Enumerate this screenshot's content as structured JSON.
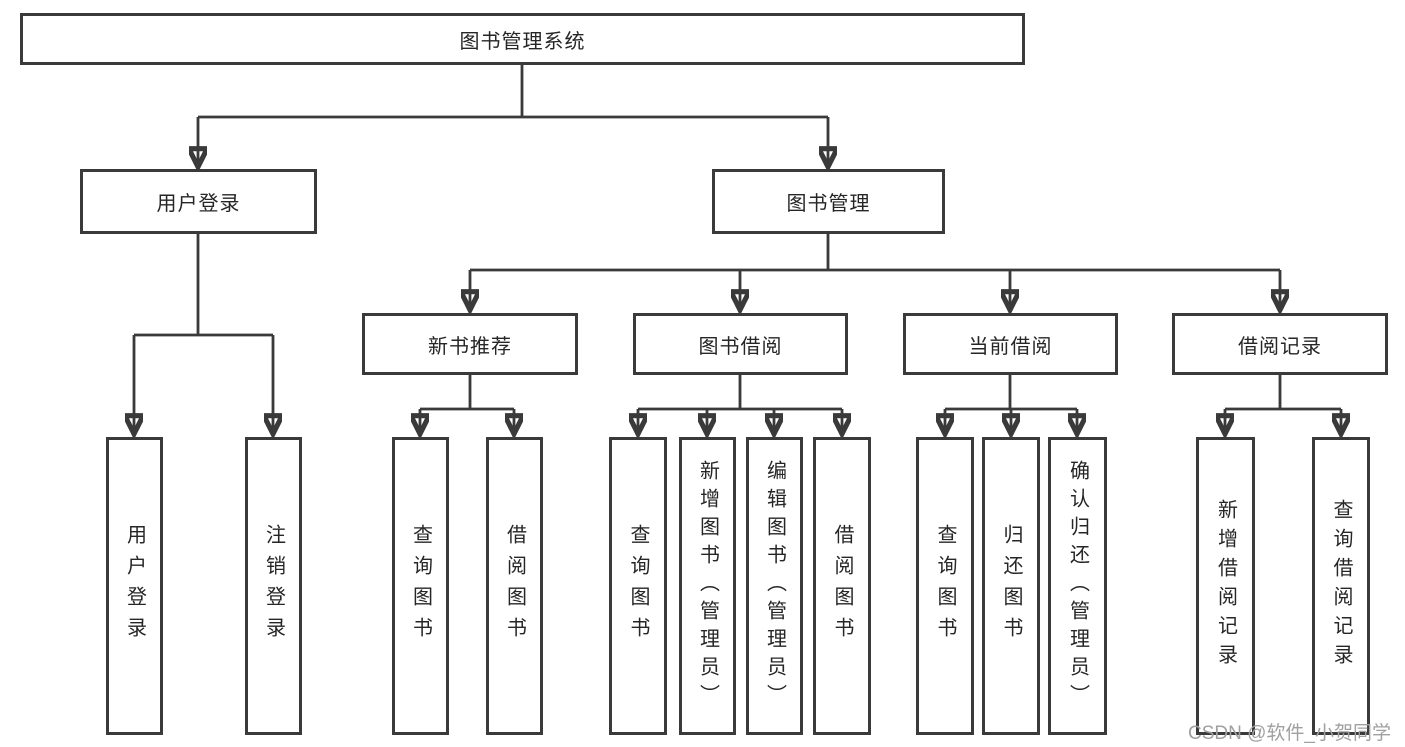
{
  "tree": {
    "root": {
      "label": "图书管理系统"
    },
    "branches": [
      {
        "label": "用户登录",
        "children": [
          {
            "label": "用户登录"
          },
          {
            "label": "注销登录"
          }
        ]
      },
      {
        "label": "图书管理",
        "children": [
          {
            "label": "新书推荐",
            "children": [
              {
                "label": "查询图书"
              },
              {
                "label": "借阅图书"
              }
            ]
          },
          {
            "label": "图书借阅",
            "children": [
              {
                "label": "查询图书"
              },
              {
                "label": "新增图书（管理员）"
              },
              {
                "label": "编辑图书（管理员）"
              },
              {
                "label": "借阅图书"
              }
            ]
          },
          {
            "label": "当前借阅",
            "children": [
              {
                "label": "查询图书"
              },
              {
                "label": "归还图书"
              },
              {
                "label": "确认归还（管理员）"
              }
            ]
          },
          {
            "label": "借阅记录",
            "children": [
              {
                "label": "新增借阅记录"
              },
              {
                "label": "查询借阅记录"
              }
            ]
          }
        ]
      }
    ]
  },
  "watermark": {
    "text": "CSDN @软件_小贺同学"
  },
  "colors": {
    "line": "#3a3a3a",
    "text": "#262626",
    "watermark": "#a0a0a0",
    "background": "#ffffff"
  }
}
